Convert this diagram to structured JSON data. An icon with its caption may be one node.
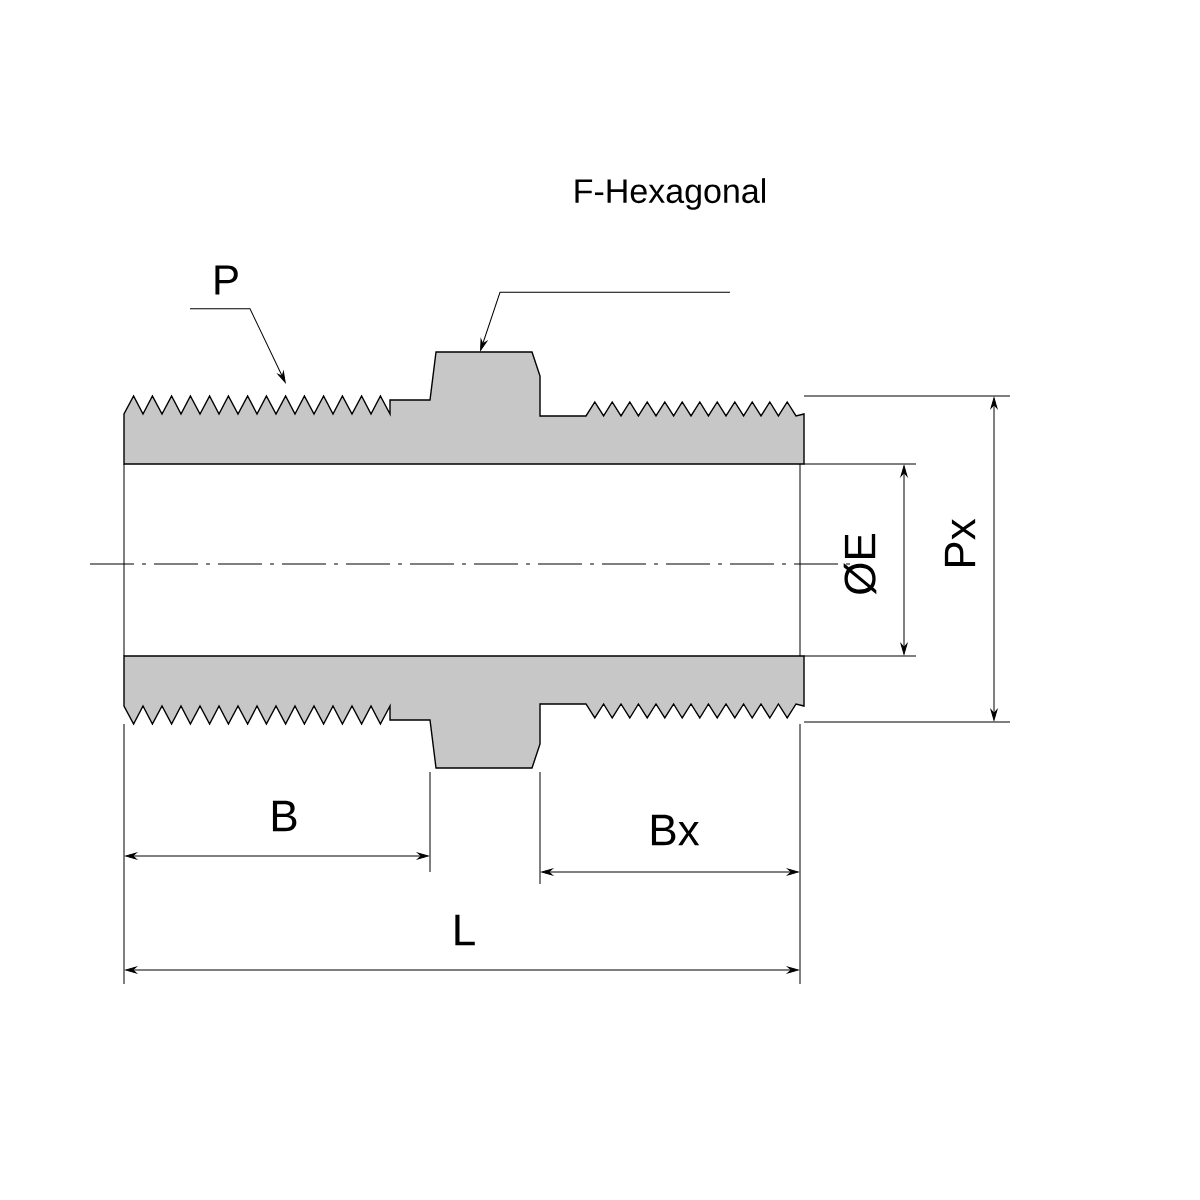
{
  "diagram": {
    "nodes": [
      {
        "text": [
          "F-Hexagonal"
        ]
      },
      {
        "text": [
          "P"
        ]
      }
    ],
    "edges": [
      {
        "from": 0,
        "to": null,
        "arrow": "to"
      },
      {
        "from": 1,
        "to": null,
        "arrow": "to"
      }
    ],
    "labels": [
      "B",
      "Bx",
      "L",
      "ØE",
      "Px"
    ]
  }
}
